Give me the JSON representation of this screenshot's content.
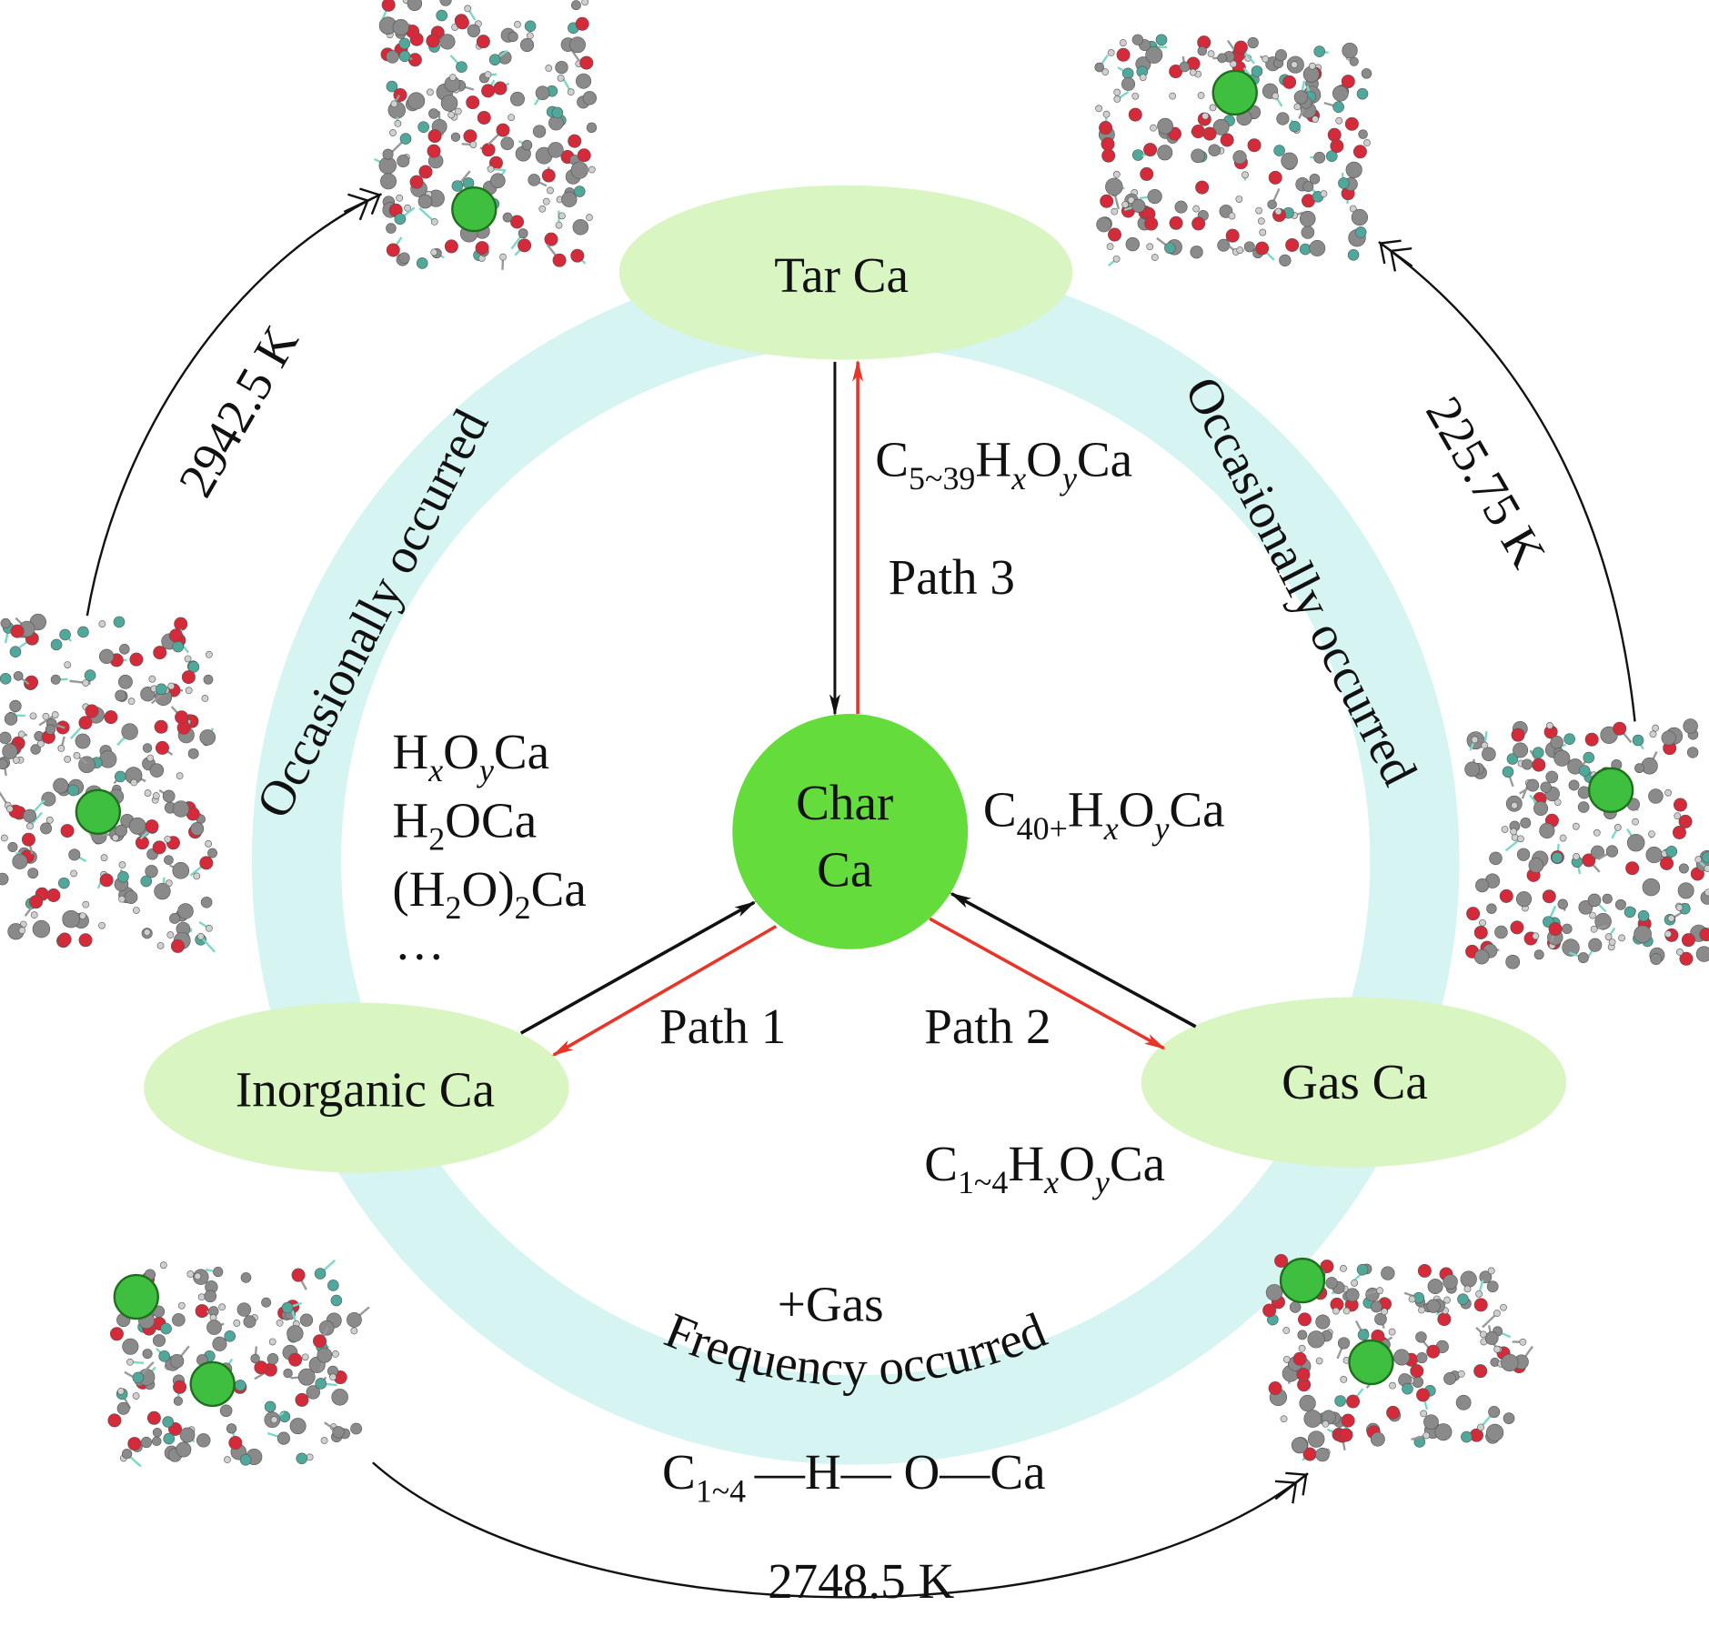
{
  "colors": {
    "ring": "#d6f4f1",
    "node_fill": "#d9f5c2",
    "char_fill": "#63dc3c",
    "red_arrow": "#e8352a",
    "black_arrow": "#111111"
  },
  "nodes": {
    "tar": "Tar Ca",
    "inorganic": "Inorganic Ca",
    "gas": "Gas Ca",
    "char_line1": "Char",
    "char_line2": "Ca"
  },
  "paths": {
    "path1": "Path 1",
    "path2": "Path 2",
    "path3": "Path 3"
  },
  "ring_labels": {
    "left": "Occasionally occurred",
    "right": "Occasionally occurred",
    "bottom": "Frequency occurred",
    "plus_gas": "+Gas"
  },
  "temperatures": {
    "left": "2942.5 K",
    "right": "225.75 K",
    "bottom": "2748.5 K"
  },
  "formulas": {
    "tar": {
      "a": "C",
      "sub1": "5~39",
      "b": "H",
      "sub2": "x",
      "c": "O",
      "sub3": "y",
      "d": "Ca"
    },
    "char": {
      "a": "C",
      "sub1": "40+",
      "b": "H",
      "sub2": "x",
      "c": "O",
      "sub3": "y",
      "d": "Ca"
    },
    "gas": {
      "a": "C",
      "sub1": "1~4",
      "b": "H",
      "sub2": "x",
      "c": "O",
      "sub3": "y",
      "d": "Ca"
    },
    "inorganic": [
      {
        "a": "H",
        "sub1": "x",
        "b": "O",
        "sub2": "y",
        "c": "Ca"
      },
      {
        "a": "H",
        "sub1": "2",
        "b": "OCa"
      },
      {
        "a": "(H",
        "sub1": "2",
        "b": "O)",
        "sub2": "2",
        "c": "Ca"
      },
      {
        "a": "…"
      }
    ],
    "chain": {
      "a": "C",
      "sub1": "1~4",
      "b": "—H— O—Ca"
    }
  }
}
